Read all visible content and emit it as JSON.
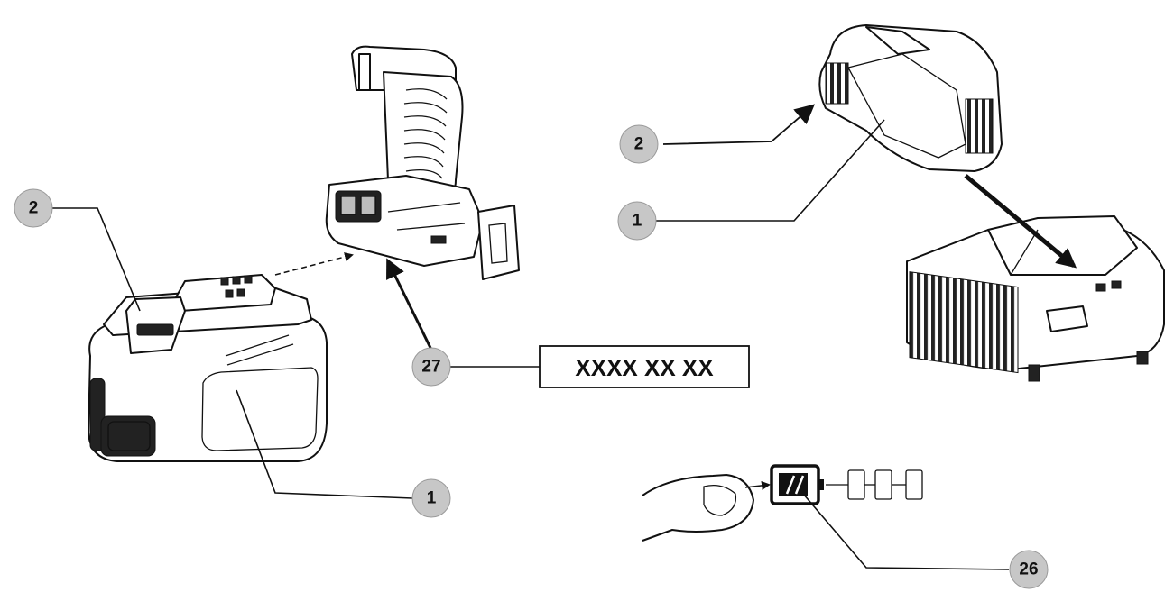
{
  "callouts": {
    "left_2": "2",
    "left_1": "1",
    "center_27": "27",
    "right_2": "2",
    "right_1": "1",
    "bottom_26": "26"
  },
  "serial_label": "XXXX XX XX",
  "icons": {
    "drill": "drill-icon",
    "battery_pack": "battery-pack-icon",
    "charger": "charger-icon",
    "battery_gauge": "battery-gauge-icon",
    "finger": "finger-press-icon"
  }
}
